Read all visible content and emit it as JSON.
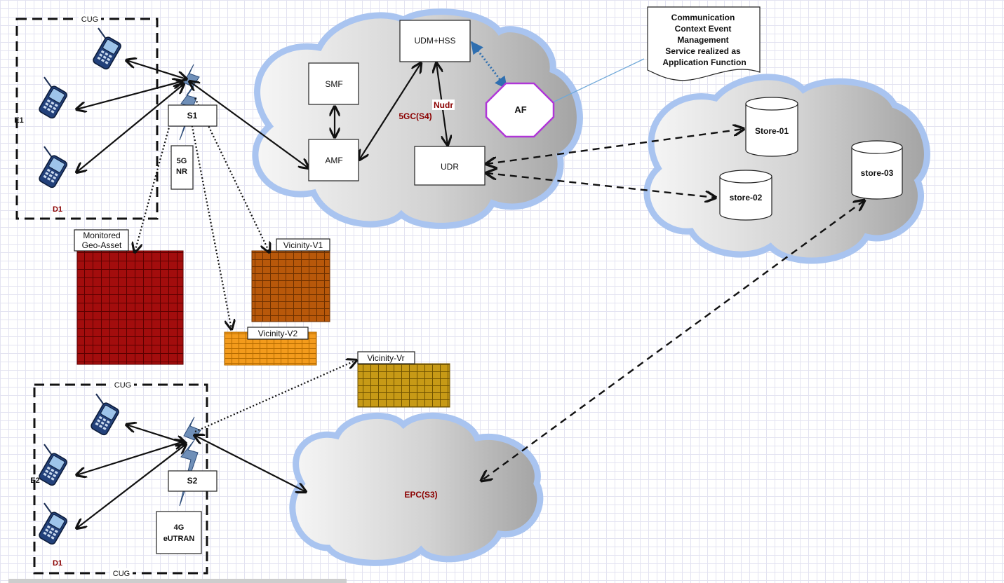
{
  "cug_top": {
    "label": "CUG",
    "side_label": "E1",
    "device_label": "D1",
    "station": "S1",
    "tech": [
      "5G",
      "NR"
    ]
  },
  "cug_bottom": {
    "label_top": "CUG",
    "label_bottom": "CUG",
    "side_label": "E2",
    "device_label": "D1",
    "station": "S2",
    "tech": [
      "4G",
      "eUTRAN"
    ]
  },
  "core_5g": {
    "name": "5GC(S4)",
    "nodes": {
      "smf": "SMF",
      "amf": "AMF",
      "udm": "UDM+HSS",
      "udr": "UDR",
      "af": "AF"
    },
    "interface": "Nudr"
  },
  "callout": [
    "Communication",
    "Context Event",
    "Management",
    "Service realized as",
    "Application Function"
  ],
  "storage_cloud": {
    "stores": [
      "Store-01",
      "store-02",
      "store-03"
    ]
  },
  "epc": {
    "name": "EPC(S3)"
  },
  "geo": {
    "monitored": [
      "Monitored",
      "Geo-Asset"
    ],
    "v1": "Vicinity-V1",
    "v2": "Vicinity-V2",
    "vr": "Vicinity-Vr"
  },
  "colors": {
    "cloud_outline": "#a9c4f0",
    "monitored_grid": "#a30d0d",
    "vicinity_v1": "#b8580a",
    "vicinity_v2": "#f39b1c",
    "vicinity_vr": "#c79a16",
    "af_outline": "#b036d8",
    "red_text": "#8b0000"
  }
}
